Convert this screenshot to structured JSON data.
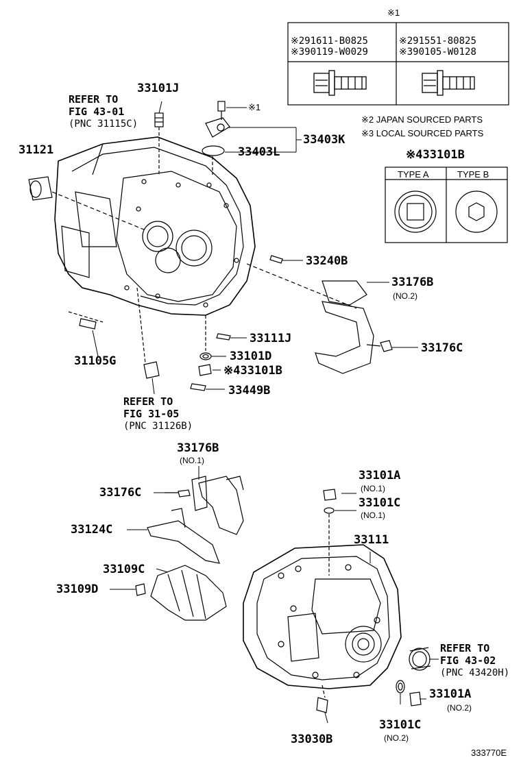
{
  "bolt_table": {
    "marker": "※1",
    "col1": {
      "line1": "※291611-B0825",
      "line2": "※390119-W0029"
    },
    "col2": {
      "line1": "※291551-80825",
      "line2": "※390105-W0128"
    }
  },
  "footnotes": {
    "japan": "※2 JAPAN SOURCED PARTS",
    "local": "※3 LOCAL SOURCED PARTS"
  },
  "type_table": {
    "title": "※433101B",
    "type_a": "TYPE A",
    "type_b": "TYPE B"
  },
  "references": {
    "ref_top": {
      "line1": "REFER TO",
      "line2": "FIG 43-01",
      "line3": "(PNC 31115C)"
    },
    "ref_mid": {
      "line1": "REFER TO",
      "line2": "FIG 31-05",
      "line3": "(PNC 31126B)"
    },
    "ref_bot": {
      "line1": "REFER TO",
      "line2": "FIG 43-02",
      "line3": "(PNC 43420H)"
    }
  },
  "parts": {
    "p33101J": "33101J",
    "p31121": "31121",
    "p_star1_bolt": "※1",
    "p33403L": "33403L",
    "p33403K": "33403K",
    "p33240B": "33240B",
    "p33176B_top": "33176B",
    "p33176B_top_sub": "(NO.2)",
    "p33176C_top": "33176C",
    "p31105G": "31105G",
    "p33111J": "33111J",
    "p33101D": "33101D",
    "p33101B": "※433101B",
    "p33449B": "33449B",
    "p33176B_bot": "33176B",
    "p33176B_bot_sub": "(NO.1)",
    "p33176C_bot": "33176C",
    "p33124C": "33124C",
    "p33109C": "33109C",
    "p33109D": "33109D",
    "p33101A_top": "33101A",
    "p33101A_top_sub": "(NO.1)",
    "p33101C_top": "33101C",
    "p33101C_top_sub": "(NO.1)",
    "p33111": "33111",
    "p33101A_bot": "33101A",
    "p33101A_bot_sub": "(NO.2)",
    "p33101C_bot": "33101C",
    "p33101C_bot_sub": "(NO.2)",
    "p33030B": "33030B"
  },
  "figure_id": "333770E"
}
